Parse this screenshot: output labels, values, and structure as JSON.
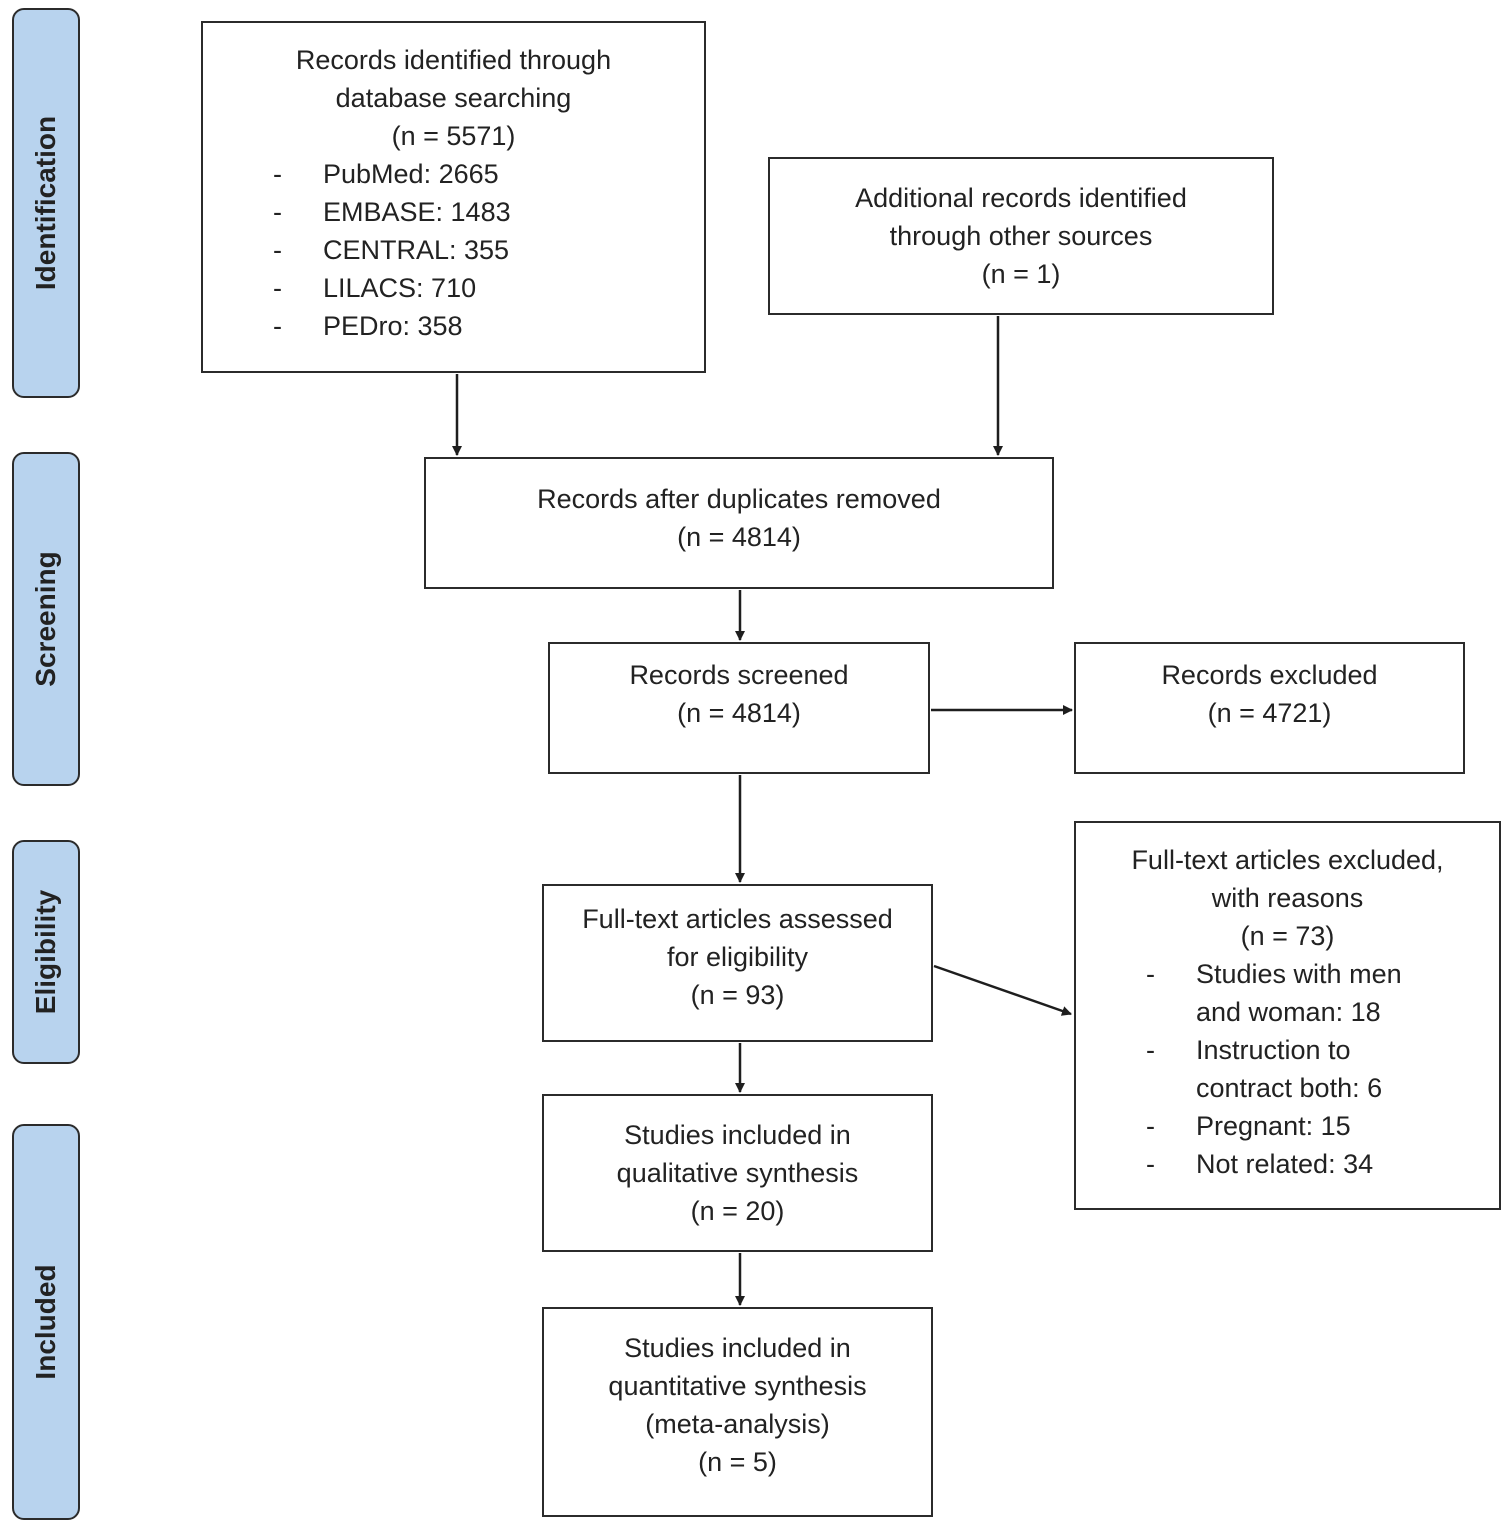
{
  "phases": {
    "identification": "Identification",
    "screening": "Screening",
    "eligibility": "Eligibility",
    "included": "Included"
  },
  "boxes": {
    "database": {
      "lines": [
        "Records identified through",
        "database searching",
        "(n = 5571)"
      ],
      "items": [
        "PubMed: 2665",
        "EMBASE: 1483",
        "CENTRAL: 355",
        "LILACS: 710",
        "PEDro: 358"
      ],
      "bullet": "-"
    },
    "other_sources": {
      "lines": [
        "Additional records identified",
        "through other sources",
        "(n = 1)"
      ]
    },
    "duplicates_removed": {
      "lines": [
        "Records after duplicates removed",
        "(n = 4814)"
      ]
    },
    "screened": {
      "lines": [
        "Records screened",
        "(n = 4814)"
      ]
    },
    "excluded": {
      "lines": [
        "Records excluded",
        "(n = 4721)"
      ]
    },
    "fulltext_assessed": {
      "lines": [
        "Full-text articles assessed",
        "for eligibility",
        "(n = 93)"
      ]
    },
    "fulltext_excluded": {
      "lines": [
        "Full-text articles excluded,",
        "with reasons",
        "(n = 73)"
      ],
      "items": [
        [
          "Studies with men",
          "and woman: 18"
        ],
        [
          "Instruction to",
          "contract both: 6"
        ],
        [
          "Pregnant: 15"
        ],
        [
          "Not related: 34"
        ]
      ],
      "bullet": "-"
    },
    "qualitative": {
      "lines": [
        "Studies included in",
        "qualitative synthesis",
        "(n = 20)"
      ]
    },
    "quantitative": {
      "lines": [
        "Studies included in",
        "quantitative synthesis",
        "(meta-analysis)",
        "(n = 5)"
      ]
    }
  }
}
